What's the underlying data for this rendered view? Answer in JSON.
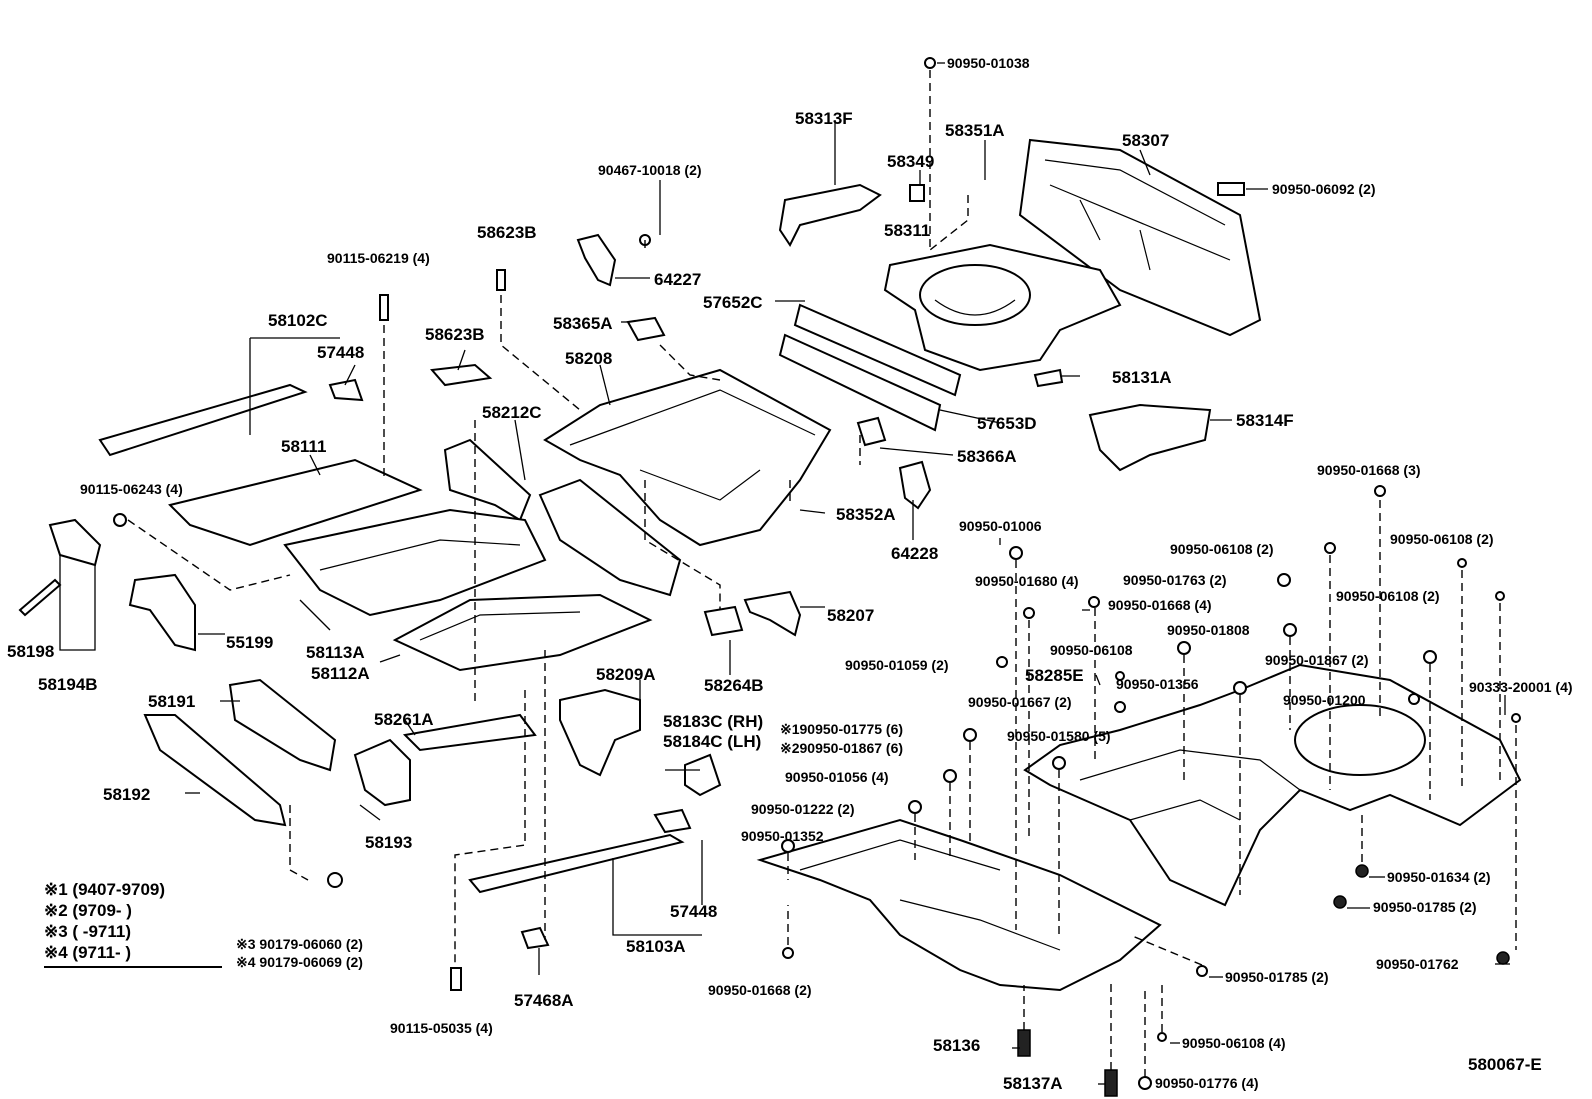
{
  "labels": {
    "p_90950_01038": "90950-01038",
    "p_58313F": "58313F",
    "p_58351A": "58351A",
    "p_58307": "58307",
    "p_90467_10018": "90467-10018 (2)",
    "p_58349": "58349",
    "p_90950_06092": "90950-06092 (2)",
    "p_58623B_top": "58623B",
    "p_58311": "58311",
    "p_90115_06219": "90115-06219 (4)",
    "p_64227": "64227",
    "p_57652C": "57652C",
    "p_58102C": "58102C",
    "p_58365A": "58365A",
    "p_58623B": "58623B",
    "p_57448_top": "57448",
    "p_58208": "58208",
    "p_58131A": "58131A",
    "p_58212C": "58212C",
    "p_57653D": "57653D",
    "p_58314F": "58314F",
    "p_58111": "58111",
    "p_58366A": "58366A",
    "p_90950_01668_3": "90950-01668 (3)",
    "p_90115_06243": "90115-06243 (4)",
    "p_58352A": "58352A",
    "p_90950_01006": "90950-01006",
    "p_64228": "64228",
    "p_90950_06108_2a": "90950-06108 (2)",
    "p_90950_06108_2b": "90950-06108 (2)",
    "p_90950_01680": "90950-01680 (4)",
    "p_90950_01763": "90950-01763 (2)",
    "p_90950_06108_2c": "90950-06108 (2)",
    "p_90950_01668_4": "90950-01668 (4)",
    "p_58207": "58207",
    "p_90950_01808": "90950-01808",
    "p_55199": "55199",
    "p_58198": "58198",
    "p_58113A": "58113A",
    "p_90950_06108": "90950-06108",
    "p_90950_01059": "90950-01059 (2)",
    "p_58194B": "58194B",
    "p_58112A": "58112A",
    "p_58264B": "58264B",
    "p_90950_01867_2": "90950-01867 (2)",
    "p_58285E": "58285E",
    "p_90950_01356": "90950-01356",
    "p_58209A": "58209A",
    "p_90333_20001": "90333-20001 (4)",
    "p_90950_01667": "90950-01667 (2)",
    "p_90950_01200": "90950-01200",
    "p_58191": "58191",
    "p_58261A": "58261A",
    "p_58183C": "58183C (RH)",
    "p_58184C": "58184C (LH)",
    "p_90950_01775": "※190950-01775 (6)",
    "p_90950_01580": "90950-01580 (5)",
    "p_90950_01867_6": "※290950-01867 (6)",
    "p_90950_01056": "90950-01056 (4)",
    "p_58192": "58192",
    "p_90950_01222": "90950-01222 (2)",
    "p_90950_01352": "90950-01352",
    "p_58193": "58193",
    "p_90950_01634": "90950-01634 (2)",
    "p_57448_bot": "57448",
    "p_90950_01785_a": "90950-01785 (2)",
    "p_58103A": "58103A",
    "p_90179_06060": "※3 90179-06060 (2)",
    "p_90179_06069": "※4 90179-06069 (2)",
    "p_90950_01762": "90950-01762",
    "p_90950_01785_b": "90950-01785 (2)",
    "p_57468A": "57468A",
    "p_90950_01668_2": "90950-01668 (2)",
    "p_90115_05035": "90115-05035 (4)",
    "p_58136": "58136",
    "p_90950_06108_4": "90950-06108 (4)",
    "p_58137A": "58137A",
    "p_90950_01776": "90950-01776 (4)",
    "p_diagram_code": "580067-E"
  },
  "legend": [
    "※1 (9407-9709)",
    "※2 (9709-          )",
    "※3 (          -9711)",
    "※4 (9711-          )"
  ]
}
